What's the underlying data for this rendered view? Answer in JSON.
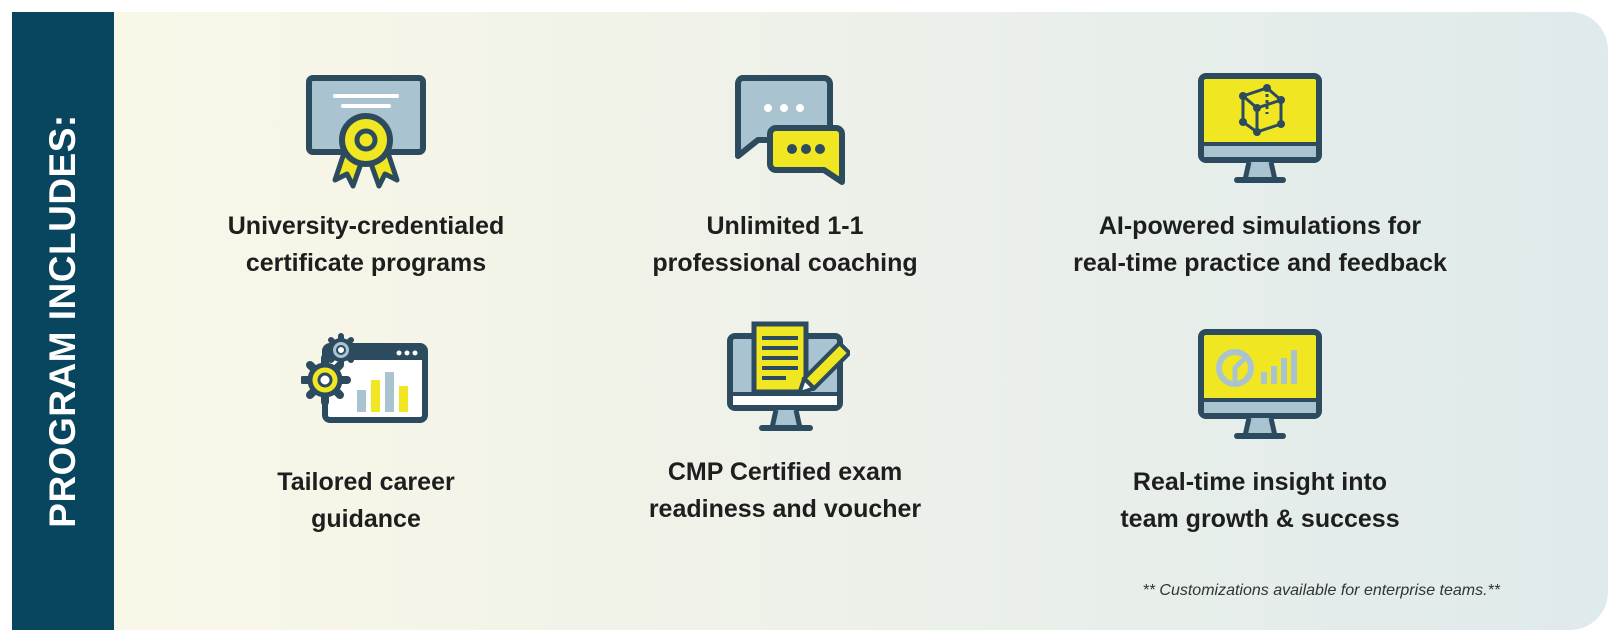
{
  "sidebar": {
    "title": "PROGRAM INCLUDES:"
  },
  "features": [
    {
      "icon": "certificate-icon",
      "label": "University-credentialed\ncertificate programs"
    },
    {
      "icon": "chat-bubbles-icon",
      "label": "Unlimited 1-1\nprofessional coaching"
    },
    {
      "icon": "monitor-cube-icon",
      "label": "AI-powered simulations for\nreal-time practice and feedback"
    },
    {
      "icon": "gears-chart-icon",
      "label": "Tailored career\nguidance"
    },
    {
      "icon": "monitor-document-pencil-icon",
      "label": "CMP Certified exam\nreadiness and voucher"
    },
    {
      "icon": "monitor-dashboard-icon",
      "label": "Real-time insight into\nteam growth & success"
    }
  ],
  "footnote": "** Customizations available for enterprise teams.**",
  "colors": {
    "navy": "#08465f",
    "outline": "#2c4b5e",
    "yellow": "#f0e622",
    "light_blue": "#a9c4d0"
  }
}
